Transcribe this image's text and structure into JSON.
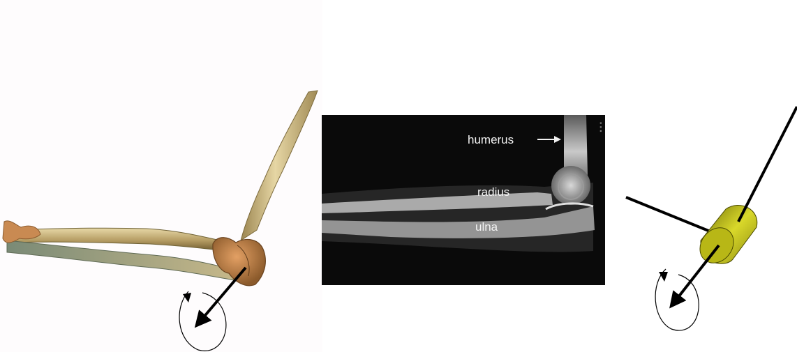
{
  "panels": {
    "left": {
      "subject": "3D elbow skeleton with rotation axis arrow"
    },
    "middle": {
      "labels": {
        "humerus": "humerus",
        "radius": "radius",
        "ulna": "ulna"
      }
    },
    "right": {
      "subject": "hinge joint model: cylinder with two rods and rotation axis arrow"
    }
  },
  "colors": {
    "background": "#ffffff",
    "bone_light": "#d9c48e",
    "bone_dark": "#7d6a3a",
    "xray_bg": "#0a0a0a",
    "cylinder": "#c9c81a",
    "arrow": "#000000"
  },
  "icons": [
    "rotation-arrow-icon",
    "axis-arrow-icon"
  ]
}
